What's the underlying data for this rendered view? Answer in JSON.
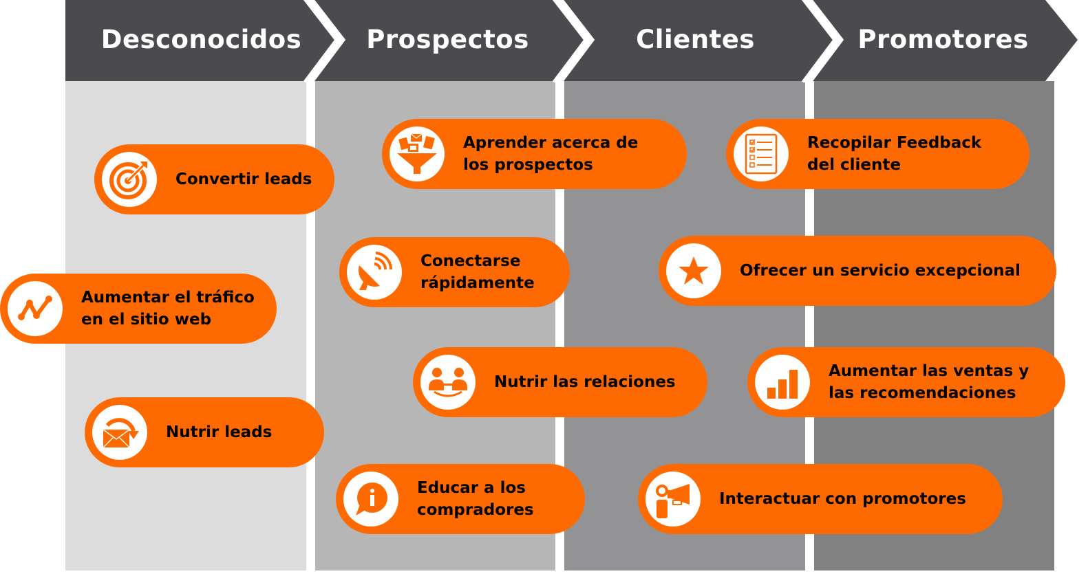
{
  "colors": {
    "header": "#4b4a4f",
    "accent_orange": "#ff6a00",
    "column_1": "#dcdcdc",
    "column_2": "#b6b6b6",
    "column_3": "#939395",
    "column_4": "#818181"
  },
  "stages": [
    {
      "title": "Desconocidos"
    },
    {
      "title": "Prospectos"
    },
    {
      "title": "Clientes"
    },
    {
      "title": "Promotores"
    }
  ],
  "actions": [
    {
      "label": "Convertir leads",
      "icon": "target-icon",
      "stage": "Desconocidos"
    },
    {
      "label": "Aumentar el tráfico\nen el sitio web",
      "icon": "trend-line-icon",
      "stage": "Desconocidos"
    },
    {
      "label": "Nutrir leads",
      "icon": "email-refresh-icon",
      "stage": "Desconocidos"
    },
    {
      "label": "Aprender acerca de\nlos prospectos",
      "icon": "funnel-icon",
      "stage": "Prospectos"
    },
    {
      "label": "Conectarse\nrápidamente",
      "icon": "satellite-dish-icon",
      "stage": "Prospectos"
    },
    {
      "label": "Nutrir las relaciones",
      "icon": "people-connection-icon",
      "stage": "Prospectos"
    },
    {
      "label": "Educar a los\ncompradores",
      "icon": "info-bubble-icon",
      "stage": "Prospectos"
    },
    {
      "label": "Recopilar Feedback\ndel cliente",
      "icon": "checklist-icon",
      "stage": "Promotores"
    },
    {
      "label": "Ofrecer un servicio excepcional",
      "icon": "star-icon",
      "stage": "Clientes"
    },
    {
      "label": "Aumentar las ventas y\nlas recomendaciones",
      "icon": "bar-chart-icon",
      "stage": "Promotores"
    },
    {
      "label": "Interactuar con promotores",
      "icon": "megaphone-person-icon",
      "stage": "Clientes"
    }
  ]
}
